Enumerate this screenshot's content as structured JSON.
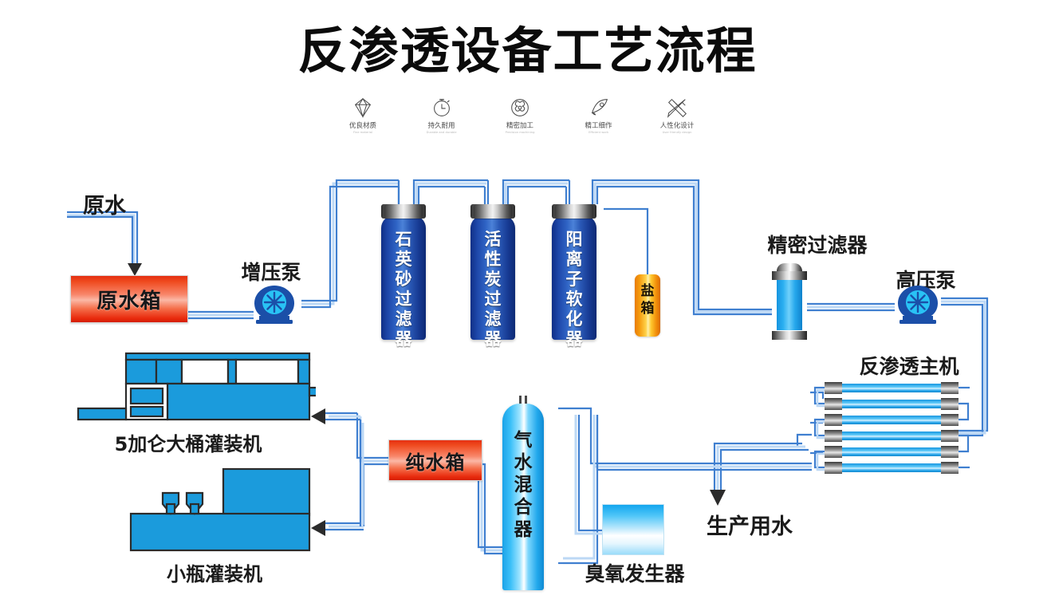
{
  "title": "反渗透设备工艺流程",
  "features": [
    {
      "icon": "diamond-icon",
      "label": "优良材质",
      "en": "Fine material"
    },
    {
      "icon": "clock-icon",
      "label": "持久耐用",
      "en": "Durable and durable"
    },
    {
      "icon": "precision-gear-icon",
      "label": "精密加工",
      "en": "Precision machining"
    },
    {
      "icon": "rocket-icon",
      "label": "精工细作",
      "en": "Efficient work"
    },
    {
      "icon": "ruler-pencil-icon",
      "label": "人性化设计",
      "en": "User friendly design"
    }
  ],
  "nodes": {
    "raw_water_inlet": "原水",
    "raw_water_tank": "原水箱",
    "booster_pump": "增压泵",
    "quartz_sand_filter": "石英砂过滤器",
    "activated_carbon_filter": "活性炭过滤器",
    "cation_softener": "阳离子软化器",
    "salt_tank": "盐箱",
    "precision_filter": "精密过滤器",
    "high_pressure_pump": "高压泵",
    "ro_main_unit": "反渗透主机",
    "production_water": "生产用水",
    "pure_water_tank": "纯水箱",
    "gas_water_mixer": "气水混合器",
    "ozone_generator": "臭氧发生器",
    "barrel_filling_machine": "5加仑大桶灌装机",
    "bottle_filling_machine": "小瓶灌装机"
  },
  "colors": {
    "pipe": "#3f7fd0",
    "pipe_light": "#b7d4f2",
    "tank_red": "#e52f12",
    "vessel_blue": "#1d46a8",
    "salt_orange": "#f59a0d",
    "cyan": "#2aaff0",
    "machine_blue": "#1b9bdc",
    "text": "#1b1b1b"
  }
}
